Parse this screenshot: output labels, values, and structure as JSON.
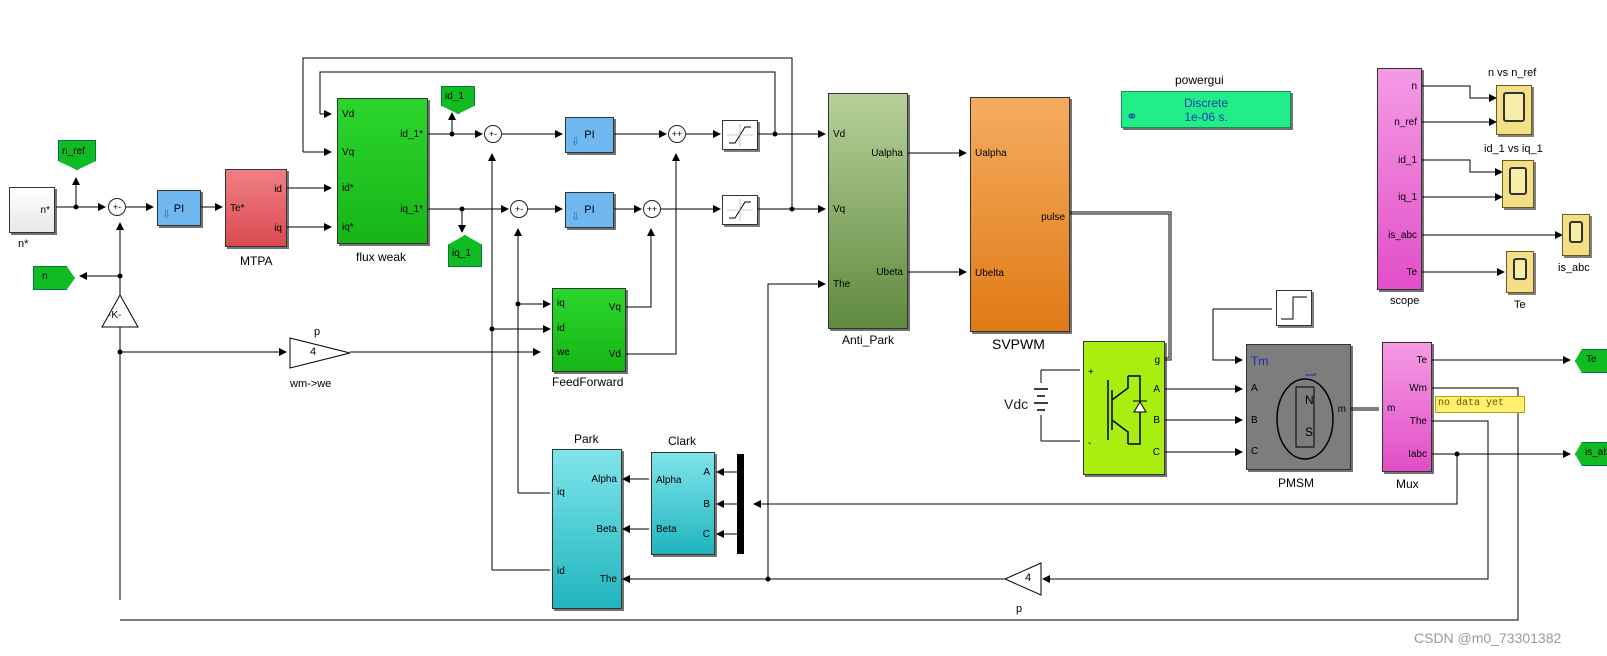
{
  "colors": {
    "pi_block": "#6fb8ef",
    "mtpa_block": "#e0646a",
    "green_block": "#22cc22",
    "goto_tag": "#11bb22",
    "anti_park": "#7a9e5a",
    "svpwm": "#ee8a2c",
    "inverter": "#aaee11",
    "pmsm": "#7d7d7d",
    "mux": "#f075d6",
    "scope_block": "#f075d6",
    "park": "#36c8d4",
    "clark": "#36c8d4",
    "powergui": "#22ee88",
    "scope": "#f2df86",
    "display_bg": "#fff070"
  },
  "source": {
    "label": "n*",
    "port": "n*"
  },
  "tags": {
    "n_ref": "n_ref",
    "n": "n",
    "id_1_top": "id_1",
    "iq_1_bottom": "iq_1",
    "te_out": "Te",
    "is_abc_out": "is_ab"
  },
  "gain_k": {
    "label": "-K-"
  },
  "gain_p": {
    "value": "4",
    "title": "p",
    "caption": "wm->we"
  },
  "gain_p2": {
    "value": "4",
    "caption": "p"
  },
  "pi_speed": {
    "label": "PI"
  },
  "pi_d": {
    "label": "PI"
  },
  "pi_q": {
    "label": "PI"
  },
  "mtpa": {
    "caption": "MTPA",
    "in": "Te*",
    "out_id": "id",
    "out_iq": "iq"
  },
  "flux_weak": {
    "caption": "flux weak",
    "in": [
      "Vd",
      "Vq",
      "id*",
      "iq*"
    ],
    "out": [
      "id_1*",
      "iq_1*"
    ]
  },
  "feedforward": {
    "caption": "FeedForward",
    "in": [
      "iq",
      "id",
      "we"
    ],
    "out": [
      "Vq",
      "Vd"
    ]
  },
  "anti_park": {
    "caption": "Anti_Park",
    "in": [
      "Vd",
      "Vq",
      "The"
    ],
    "out": [
      "Ualpha",
      "Ubeta"
    ]
  },
  "svpwm": {
    "caption": "SVPWM",
    "in": [
      "Ualpha",
      "Ubelta"
    ],
    "out": "pulse"
  },
  "powergui": {
    "title": "powergui",
    "line1": "Discrete",
    "line2": "1e-06 s."
  },
  "inverter": {
    "ports_right": [
      "g",
      "A",
      "B",
      "C"
    ],
    "plus": "+",
    "minus": "-"
  },
  "vdc": {
    "label": "Vdc"
  },
  "pmsm": {
    "caption": "PMSM",
    "tm": "Tm",
    "in": [
      "A",
      "B",
      "C"
    ],
    "out": "m",
    "n_pole": "N",
    "s_pole": "S"
  },
  "mux": {
    "caption": "Mux",
    "in": "m",
    "out": [
      "Te",
      "Wm",
      "The",
      "Iabc"
    ]
  },
  "display": {
    "text": "no data yet"
  },
  "scope_block": {
    "caption": "scope",
    "in": [
      "n",
      "n_ref",
      "id_1",
      "iq_1",
      "is_abc",
      "Te"
    ]
  },
  "scopes": {
    "n_vs_nref": "n vs n_ref",
    "id_vs_iq": "id_1 vs iq_1",
    "is_abc": "is_abc",
    "te": "Te"
  },
  "park": {
    "caption": "Park",
    "in": [
      "Alpha",
      "Beta",
      "The"
    ],
    "inl": [
      "iq",
      "id"
    ]
  },
  "clark": {
    "caption": "Clark",
    "in": [
      "A",
      "B",
      "C"
    ],
    "out": [
      "Alpha",
      "Beta"
    ]
  },
  "sums": [
    "+",
    "-",
    "+",
    "-",
    "+",
    "-",
    "+",
    "+",
    "+",
    "+"
  ],
  "watermark": "CSDN @m0_73301382"
}
